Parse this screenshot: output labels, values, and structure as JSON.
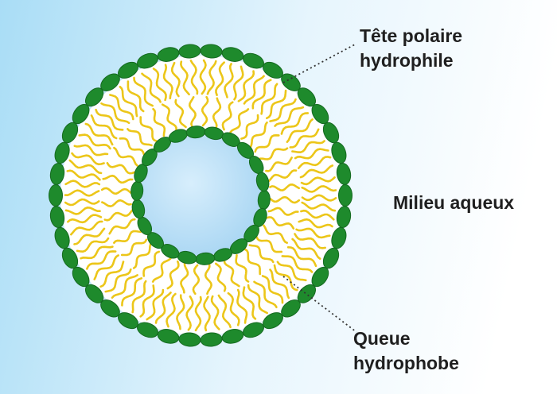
{
  "diagram": {
    "labels": {
      "head_line1": "Tête polaire",
      "head_line2": "hydrophile",
      "medium": "Milieu aqueux",
      "tail_line1": "Queue",
      "tail_line2": "hydrophobe"
    },
    "colors": {
      "background_left": "#a9ddf6",
      "background_right": "#ffffff",
      "polar_head": "#1e8a2c",
      "polar_head_outline": "#156a20",
      "hydrophobic_tail": "#ecc619",
      "interior": "#bfe3fb",
      "text": "#1f1f1f"
    },
    "structure": {
      "outer_head_count": 42,
      "inner_head_count": 22,
      "outer_tail_count": 84,
      "inner_tail_count": 44
    }
  }
}
